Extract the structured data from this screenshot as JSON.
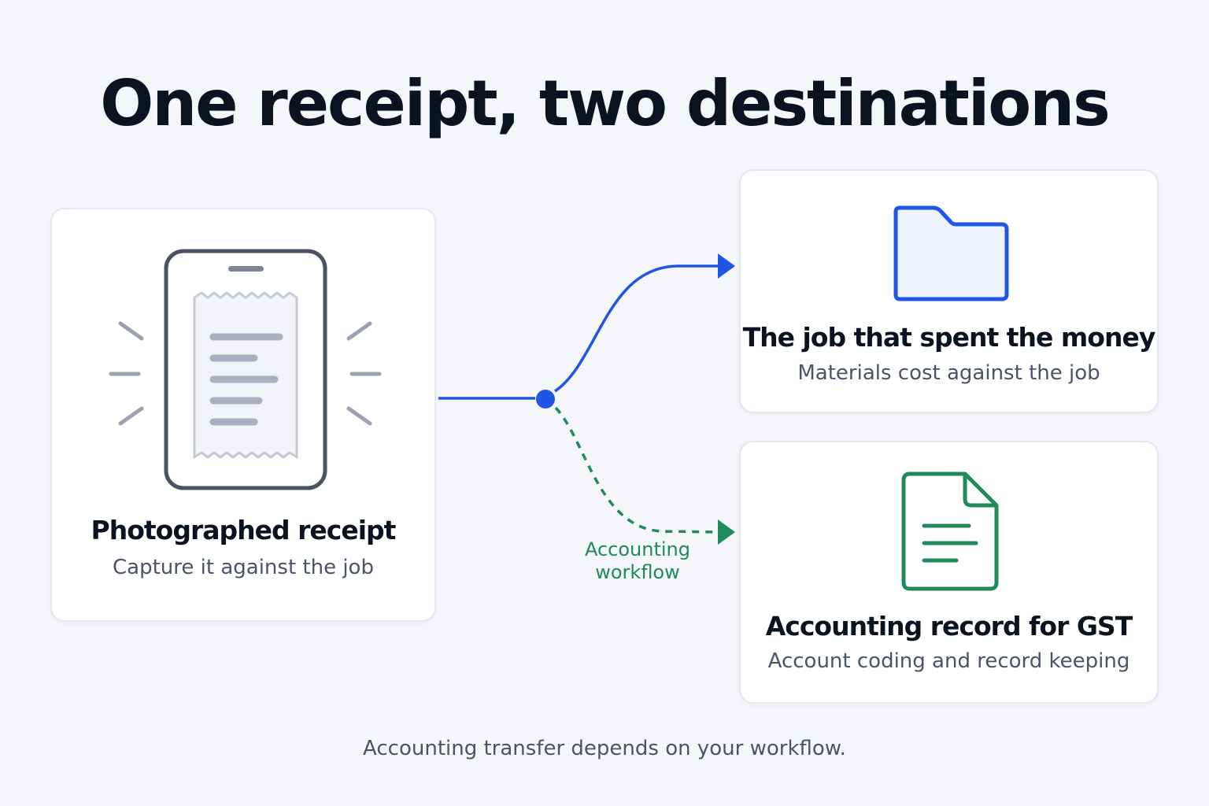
{
  "title": "One receipt, two destinations",
  "source": {
    "heading": "Photographed receipt",
    "subtitle": "Capture it against the job",
    "icon": "phone-receipt-icon"
  },
  "destinations": [
    {
      "heading": "The job that spent the money",
      "subtitle": "Materials cost against the job",
      "icon": "folder-icon",
      "color": "#2155e6"
    },
    {
      "heading": "Accounting record for GST",
      "subtitle": "Account coding and record keeping",
      "icon": "document-icon",
      "color": "#1f8a5b"
    }
  ],
  "flow": {
    "accounting_label": "Accounting\nworkflow",
    "primary_color": "#2155e6",
    "accounting_color": "#1f8a5b"
  },
  "footer": "Accounting transfer depends on your workflow."
}
